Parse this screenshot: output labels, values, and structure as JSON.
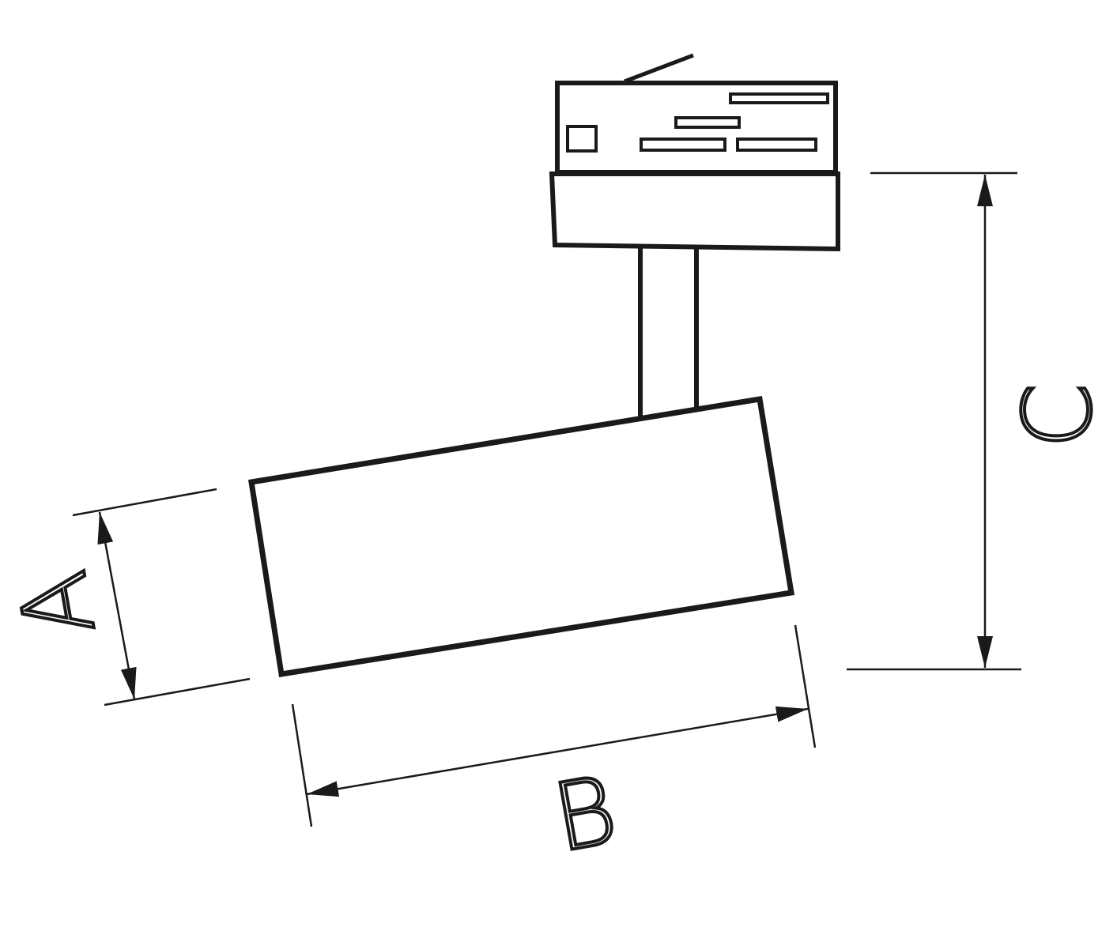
{
  "diagram": {
    "labels": {
      "a": "A",
      "b": "B",
      "c": "C"
    },
    "colors": {
      "stroke": "#1a1a1a",
      "background": "#ffffff"
    }
  }
}
